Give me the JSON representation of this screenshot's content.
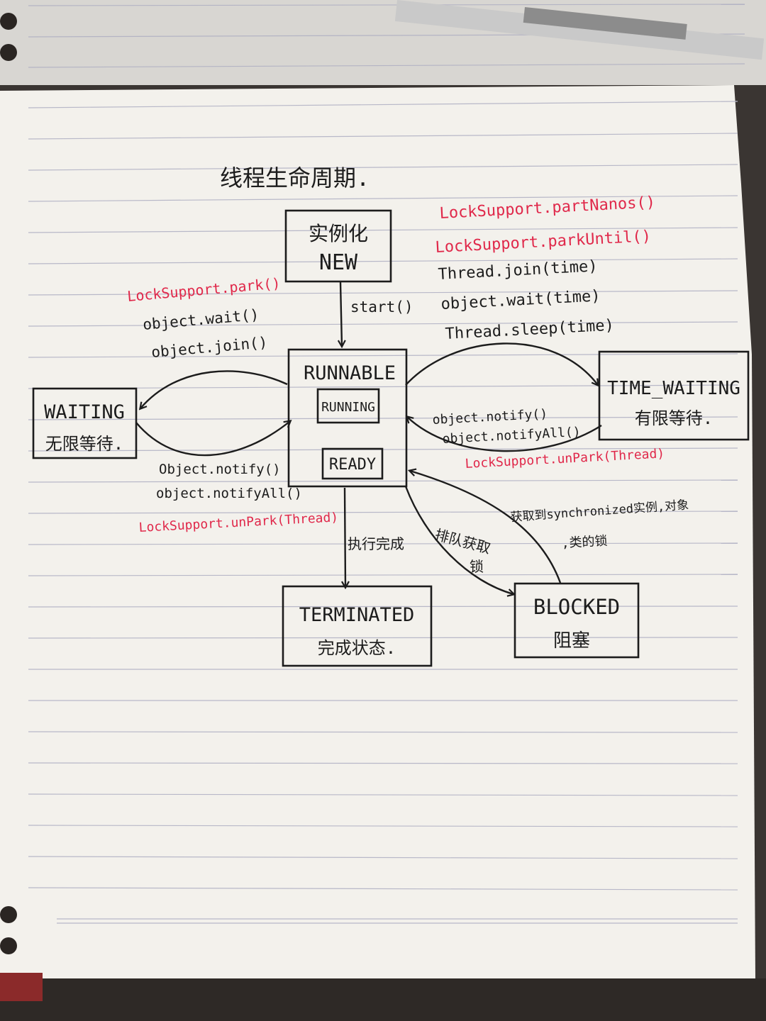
{
  "page_title": "线程生命周期.",
  "states": {
    "new": {
      "line1": "实例化",
      "line2": "NEW"
    },
    "runnable": {
      "title": "RUNNABLE",
      "running": "RUNNING",
      "ready": "READY"
    },
    "waiting": {
      "line1": "WAITING",
      "line2": "无限等待."
    },
    "time_waiting": {
      "line1": "TIME_WAITING",
      "line2": "有限等待."
    },
    "terminated": {
      "line1": "TERMINATED",
      "line2": "完成状态."
    },
    "blocked": {
      "line1": "BLOCKED",
      "line2": "阻塞"
    }
  },
  "transitions": {
    "start": "start()",
    "to_waiting": [
      "LockSupport.park()",
      "object.wait()",
      "object.join()"
    ],
    "from_waiting": [
      "Object.notify()",
      "object.notifyAll()",
      "LockSupport.unPark(Thread)"
    ],
    "to_time_waiting": [
      "LockSupport.partNanos()",
      "LockSupport.parkUntil()",
      "Thread.join(time)",
      "object.wait(time)",
      "Thread.sleep(time)"
    ],
    "from_time_waiting": [
      "object.notify()",
      "object.notifyAll()",
      "LockSupport.unPark(Thread)"
    ],
    "to_terminated": "执行完成",
    "to_blocked": [
      "排队获取",
      "锁"
    ],
    "from_blocked": [
      "获取到synchronized实例,对象",
      ",类的锁"
    ]
  },
  "colors": {
    "ink": "#1c1c1c",
    "red_ink": "#e0284a",
    "paper": "#f3f1ec",
    "rule_line": "#b8b8c8",
    "desk": "#3a3532"
  }
}
